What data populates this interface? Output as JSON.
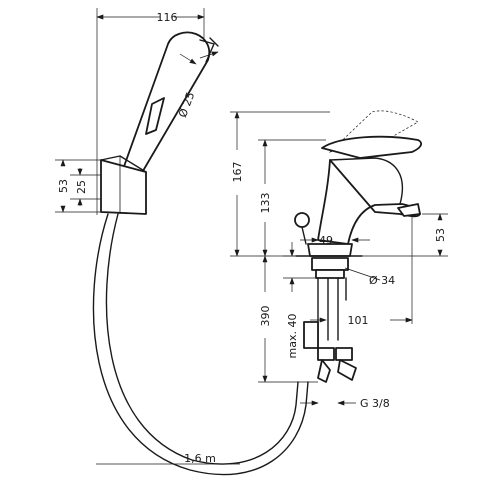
{
  "dimensions": {
    "handshower_width": "116",
    "handshower_diameter": "Ø 25",
    "holder_height": "53",
    "holder_inner": "25",
    "faucet_height": "167",
    "spout_height": "133",
    "spout_outlet_height": "53",
    "base_width": "49",
    "body_diameter": "Ø 34",
    "projection": "101",
    "max_thickness": "max. 40",
    "hose_connection_length": "390",
    "thread": "G 3/8",
    "hose_length": "1,6 m"
  }
}
